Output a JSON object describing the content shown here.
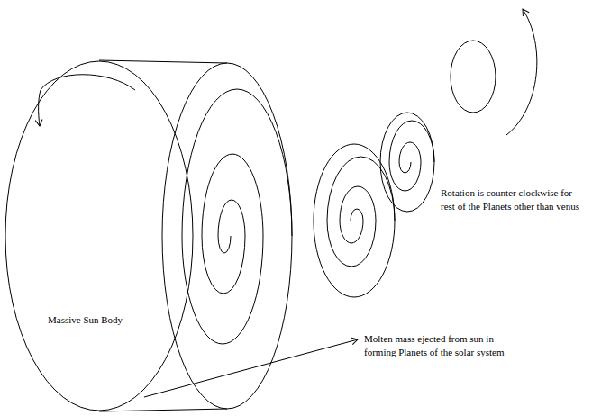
{
  "diagram": {
    "nodes": [
      {
        "text": [
          "Massive Sun Body"
        ]
      }
    ],
    "labels": [
      "Rotation is counter clockwise for rest of the Planets other than venus",
      "Molten mass ejected from sun in forming Planets of the solar system"
    ]
  }
}
